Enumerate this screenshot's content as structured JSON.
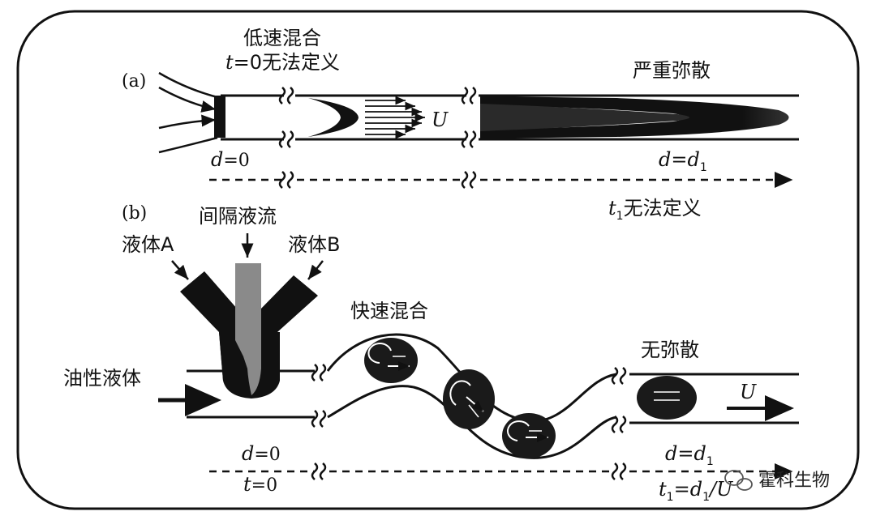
{
  "panel_a": {
    "label": "(a)",
    "low_speed_mixing": "低速混合",
    "t_label": "t",
    "t_rest": "=0无法定义",
    "severe_dispersion": "严重弥散",
    "u_label": "U",
    "d0_d": "d",
    "d0_rest": "=0",
    "d1_d": "d",
    "d1_eq": "=d",
    "d1_sub": "1",
    "t1_t": "t",
    "t1_sub": "1",
    "t1_rest": "无法定义"
  },
  "panel_b": {
    "label": "(b)",
    "spacer_flow": "间隔液流",
    "liquid_a": "液体A",
    "liquid_b": "液体B",
    "oil_liquid": "油性液体",
    "fast_mixing": "快速混合",
    "no_dispersion": "无弥散",
    "u_label": "U",
    "d0_d": "d",
    "d0_rest": "=0",
    "t0_t": "t",
    "t0_rest": "=0",
    "d1_d": "d",
    "d1_eq": "=d",
    "d1_sub": "1",
    "t1_t": "t",
    "t1_sub": "1",
    "t1_eq": "=d",
    "t1_sub2": "1",
    "t1_slash": "/U"
  },
  "watermark": "霍科生物",
  "colors": {
    "ink": "#111111",
    "grey_channel": "#8a8a8a",
    "droplet": "#1a1a1a"
  }
}
